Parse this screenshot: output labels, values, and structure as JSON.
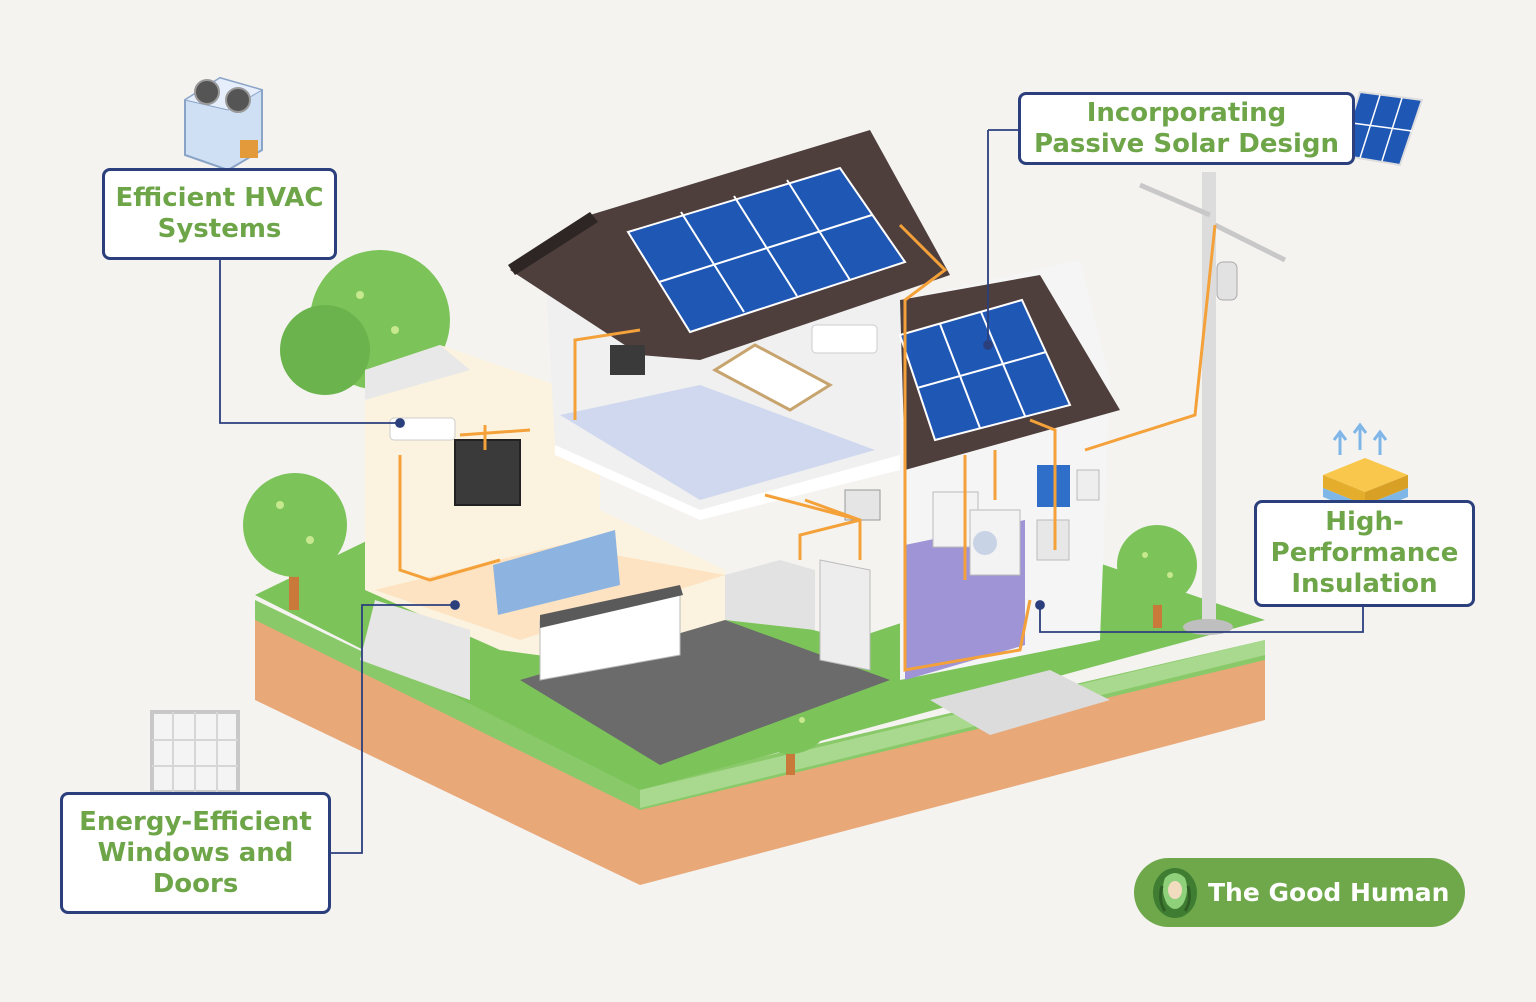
{
  "callouts": {
    "hvac": {
      "line1": "Efficient HVAC",
      "line2": "Systems"
    },
    "solar": {
      "line1": "Incorporating",
      "line2": "Passive Solar Design"
    },
    "insulation": {
      "line1": "High-",
      "line2": "Performance",
      "line3": "Insulation"
    },
    "windows": {
      "line1": "Energy-Efficient",
      "line2": "Windows and",
      "line3": "Doors"
    }
  },
  "brand": {
    "name": "The Good Human"
  },
  "colors": {
    "callout_border": "#2b3f7d",
    "callout_text": "#6da548",
    "wiring": "#f4a13a",
    "grass": "#7cc35a",
    "soil": "#e9a878",
    "solar_panel": "#1f57b5",
    "roof": "#4e3f3d",
    "brand_bg": "#6fa84a"
  }
}
